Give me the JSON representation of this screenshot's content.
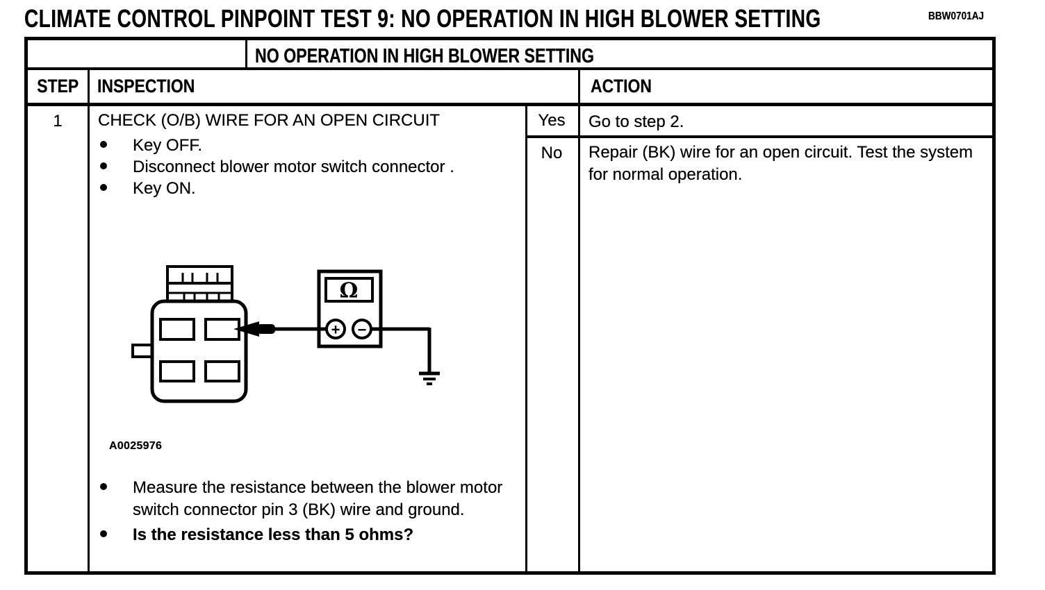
{
  "page": {
    "title": "CLIMATE CONTROL PINPOINT TEST 9:  NO OPERATION IN HIGH BLOWER SETTING",
    "code": "BBW0701AJ"
  },
  "table": {
    "subtitle": "NO OPERATION IN HIGH BLOWER SETTING",
    "col_step": "STEP",
    "col_inspection": "INSPECTION",
    "col_action": "ACTION",
    "row1": {
      "step": "1",
      "title": "CHECK (O/B) WIRE FOR AN OPEN CIRCUIT",
      "bullets_top": [
        "Key OFF.",
        "Disconnect blower motor switch connector .",
        "Key ON."
      ],
      "figure_id": "A0025976",
      "bullet_measure": "Measure the resistance between the blower motor switch connector pin 3 (BK) wire and ground.",
      "bullet_question": "Is the resistance less than 5 ohms?",
      "yes_label": "Yes",
      "yes_action": "Go to step 2.",
      "no_label": "No",
      "no_action": "Repair (BK) wire for an open circuit.  Test the system for normal operation."
    }
  },
  "diagram": {
    "meter_symbol": "Ω",
    "plus_label": "+",
    "minus_label": "−"
  }
}
